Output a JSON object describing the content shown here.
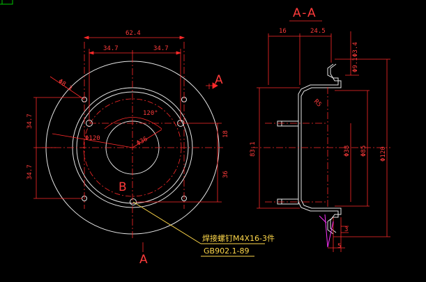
{
  "section": {
    "title": "A-A"
  },
  "front_view": {
    "dims": {
      "overall_width": "62.4",
      "half_left": "34.7",
      "half_right": "34.7",
      "vert_upper": "34.7",
      "vert_lower": "34.7",
      "hole_dia": "Φ8.3",
      "bolt_circle": "Φ120",
      "center_bore": "Φ36",
      "angle": "120°",
      "right_18": "18",
      "right_36": "36"
    },
    "labels": {
      "a_top": "A",
      "a_bottom": "A",
      "b": "B"
    },
    "note": {
      "line1": "焊接螺钉M4X16-3件",
      "line2": "GB902.1-89"
    }
  },
  "section_view": {
    "dims": {
      "top_16": "16",
      "top_245": "24.5",
      "top_dia_a": "Φ3.4",
      "top_dia_b": "Φ9.1",
      "left_831": "83.1",
      "dia_38": "Φ38",
      "dia_85": "Φ85",
      "dia_120": "Φ120",
      "bottom_5": "5",
      "bottom_3": "3",
      "radius_5": "R5"
    }
  }
}
